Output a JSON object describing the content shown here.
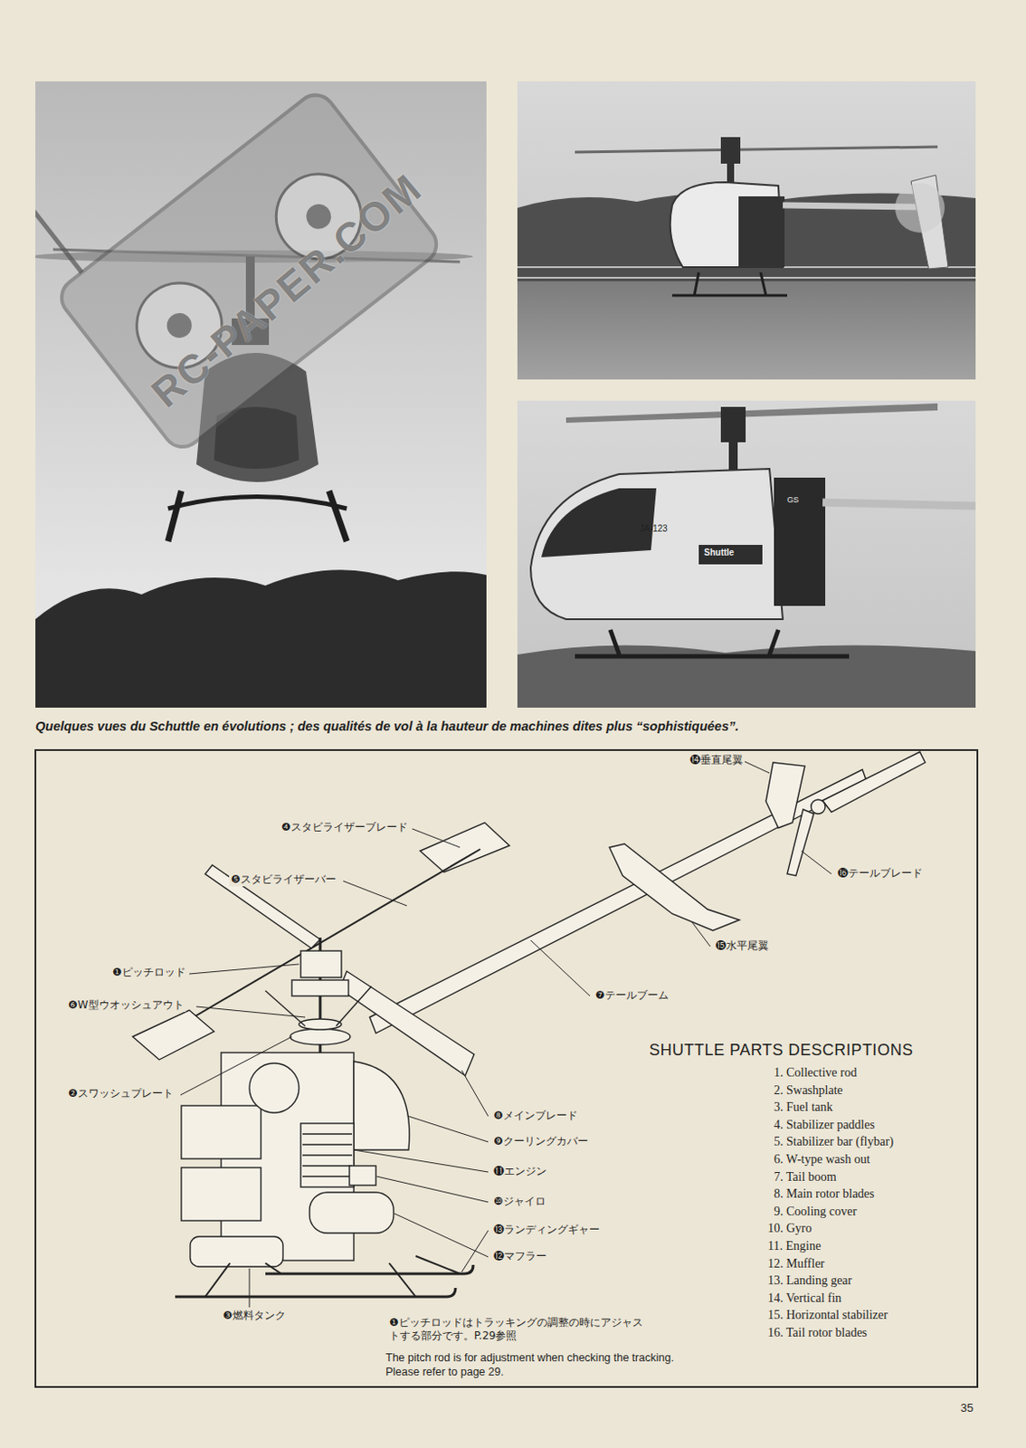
{
  "diagram": {
    "title": "SHUTTLE PARTS DESCRIPTIONS",
    "caption": "Quelques vues du Schuttle en évolutions ; des qualités de vol à la hauteur de machines dites plus “sophistiquées”.",
    "labels": [
      "RC-PAPER.COM",
      "JA-123",
      "Shuttle",
      "⓮垂直尾翼",
      "❹スタビライザーブレード",
      "❺スタビライザーバー",
      "⓰テールブレード",
      "⓯水平尾翼",
      "❶ピッチロッド",
      "❻W型ウオッシュアウト",
      "❼テールブーム",
      "❷スワッシュプレート",
      "❽メインブレード",
      "❾クーリングカバー",
      "⓫エンジン",
      "❿ジャイロ",
      "⓭ランディングギャー",
      "⓬マフラー",
      "❸燃料タンク",
      "❶ピッチロッドはトラッキングの調整の時にアジャストする部分です。P.29参照",
      "The pitch rod is for adjustment when checking the tracking. Please refer to page 29.",
      "1. Collective rod",
      "2. Swashplate",
      "3. Fuel tank",
      "4. Stabilizer paddles",
      "5. Stabilizer bar (flybar)",
      "6. W-type wash out",
      "7. Tail boom",
      "8. Main rotor blades",
      "9. Cooling cover",
      "10. Gyro",
      "11. Engine",
      "12. Muffler",
      "13. Landing gear",
      "14. Vertical fin",
      "15. Horizontal stabilizer",
      "16. Tail rotor blades",
      "35",
      "GS"
    ]
  }
}
